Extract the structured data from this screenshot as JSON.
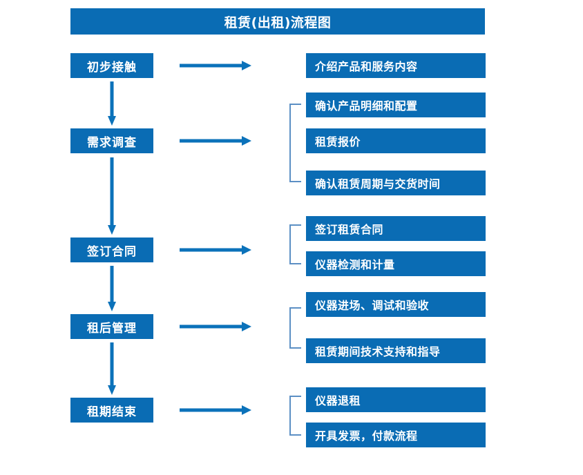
{
  "title": "租赁(出租)流程图",
  "colors": {
    "box_fill": "#0a6cb4",
    "box_text": "#ffffff",
    "arrow": "#0b72ba",
    "bracket": "#5b8fc4",
    "page_background": "#ffffff"
  },
  "chart_data": {
    "type": "diagram",
    "title": "租赁(出租)流程图",
    "orientation": "vertical-with-right-branches",
    "stages": [
      {
        "label": "初步接触",
        "tasks": [
          "介绍产品和服务内容"
        ],
        "has_bracket": false
      },
      {
        "label": "需求调查",
        "tasks": [
          "确认产品明细和配置",
          "租赁报价",
          "确认租赁周期与交货时间"
        ],
        "has_bracket": true
      },
      {
        "label": "签订合同",
        "tasks": [
          "签订租赁合同",
          "仪器检测和计量"
        ],
        "has_bracket": true
      },
      {
        "label": "租后管理",
        "tasks": [
          "仪器进场、调试和验收",
          "租赁期间技术支持和指导"
        ],
        "has_bracket": true
      },
      {
        "label": "租期结束",
        "tasks": [
          "仪器退租",
          "开具发票，付款流程"
        ],
        "has_bracket": true
      }
    ]
  },
  "stages": {
    "s1": {
      "label": "初步接触"
    },
    "s2": {
      "label": "需求调查"
    },
    "s3": {
      "label": "签订合同"
    },
    "s4": {
      "label": "租后管理"
    },
    "s5": {
      "label": "租期结束"
    }
  },
  "tasks": {
    "t1_1": "介绍产品和服务内容",
    "t2_1": "确认产品明细和配置",
    "t2_2": "租赁报价",
    "t2_3": "确认租赁周期与交货时间",
    "t3_1": "签订租赁合同",
    "t3_2": "仪器检测和计量",
    "t4_1": "仪器进场、调试和验收",
    "t4_2": "租赁期间技术支持和指导",
    "t5_1": "仪器退租",
    "t5_2": "开具发票，付款流程"
  }
}
